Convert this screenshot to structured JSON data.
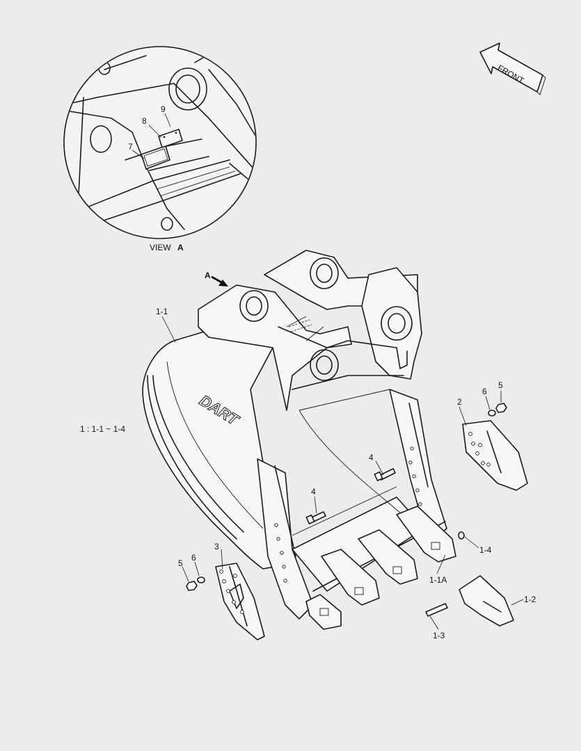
{
  "callouts": {
    "c7": "7",
    "c8": "8",
    "c9": "9",
    "c1_1": "1-1",
    "c1_1A": "1-1A",
    "c1_2": "1-2",
    "c1_3": "1-3",
    "c1_4": "1-4",
    "c2": "2",
    "c3": "3",
    "c4a": "4",
    "c4b": "4",
    "c5a": "5",
    "c5b": "5",
    "c6a": "6",
    "c6b": "6"
  },
  "view_label": "VIEW",
  "view_letter": "A",
  "arrow_letter": "A",
  "front_label": "FRONT",
  "assembly_note": "1 : 1-1 ~ 1-4",
  "brand_mark": "DART"
}
